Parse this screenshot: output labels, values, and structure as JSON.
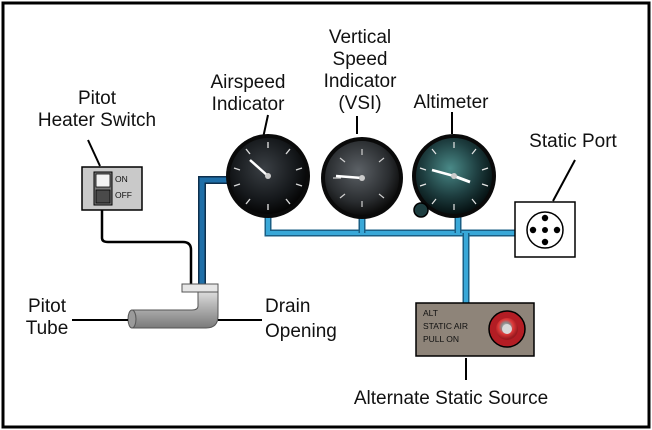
{
  "labels": {
    "pitot_heater_switch": [
      "Pitot",
      "Heater Switch"
    ],
    "airspeed_indicator": [
      "Airspeed",
      "Indicator"
    ],
    "vsi": [
      "Vertical",
      "Speed",
      "Indicator",
      "(VSI)"
    ],
    "altimeter": "Altimeter",
    "static_port": "Static Port",
    "pitot_tube": [
      "Pitot",
      "Tube"
    ],
    "drain_opening": [
      "Drain",
      "Opening"
    ],
    "alternate_static_source": "Alternate Static Source"
  },
  "switch_panel": {
    "on": "ON",
    "off": "OFF"
  },
  "alt_static_panel": [
    "ALT",
    "STATIC AIR",
    "PULL ON"
  ],
  "colors": {
    "frame": "#000000",
    "pitot_line": "#1f6fa8",
    "static_line": "#39a8d8",
    "panel_gray": "#c8c8c8",
    "alt_panel": "#8e8479",
    "knob_red": "#c9232a",
    "gauge_face": "#141414"
  }
}
